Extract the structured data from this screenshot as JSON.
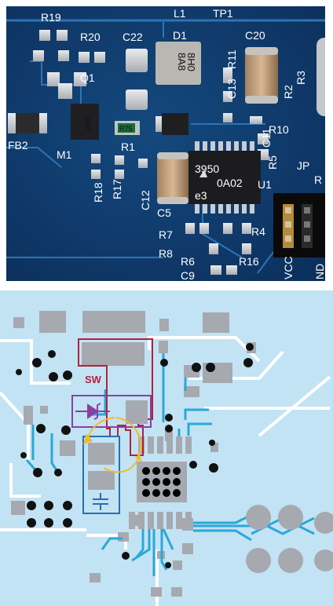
{
  "photo": {
    "silkscreen": [
      "R19",
      "L1",
      "TP1",
      "R20",
      "C22",
      "D1",
      "C20",
      "Q1",
      "R11",
      "R3",
      "C13",
      "R2",
      "FB2",
      "M1",
      "R1",
      "C11",
      "R10",
      "R18",
      "R17",
      "C12",
      "R5",
      "U1",
      "JP",
      "R",
      "C5",
      "R4",
      "R7",
      "R8",
      "R6",
      "R16",
      "C9",
      "VCC",
      "ND"
    ],
    "chip_marking": [
      "3950",
      "0A02",
      "e3"
    ],
    "diode_marking": "8A8\n8H0",
    "small_part_marking": "R75"
  },
  "layout": {
    "sw_label": "SW",
    "colors": {
      "board": "#c2e3f4",
      "copper": "#2aa8d8",
      "pad": "#a7a9b0",
      "sw_loop": "#b5203a",
      "diode_box": "#8c3fa2",
      "cap_box": "#2a6fae",
      "arrow": "#f2bb2c"
    },
    "icons": [
      "diode-icon",
      "capacitor-icon"
    ]
  }
}
